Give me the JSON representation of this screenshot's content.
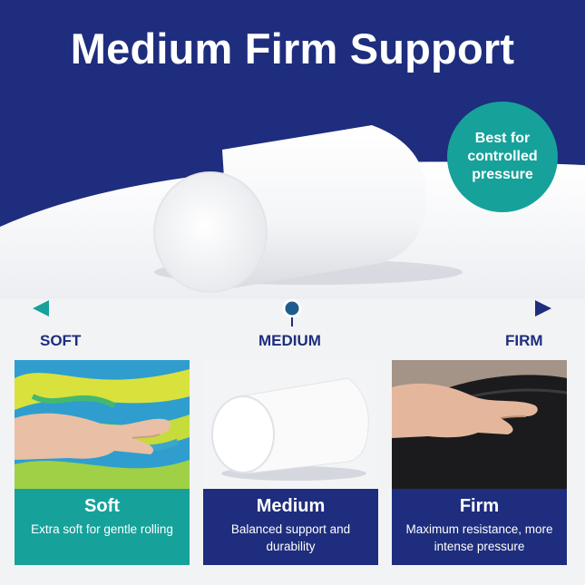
{
  "headline": "Medium Firm Support",
  "badge": {
    "text": "Best for controlled pressure"
  },
  "scale": {
    "soft_label": "SOFT",
    "medium_label": "MEDIUM",
    "firm_label": "FIRM"
  },
  "cards": [
    {
      "title": "Soft",
      "description": "Extra soft for gentle rolling"
    },
    {
      "title": "Medium",
      "description": "Balanced support and durability"
    },
    {
      "title": "Firm",
      "description": "Maximum resistance, more intense pressure"
    }
  ],
  "colors": {
    "navy": "#1e2d7d",
    "teal": "#16a29a",
    "white": "#ffffff"
  }
}
